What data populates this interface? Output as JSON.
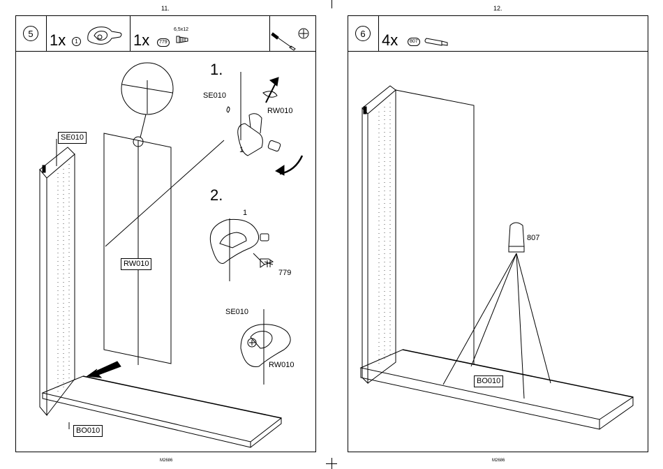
{
  "pages": [
    {
      "number": "11.",
      "footer": "M2686",
      "step": "5",
      "parts": [
        {
          "qty": "1x",
          "id": "1"
        },
        {
          "qty": "1x",
          "id": "779",
          "spec": "6,5x12"
        }
      ],
      "tools": [
        "screwdriver-icon",
        "phillips-head-icon"
      ],
      "labels": {
        "se010_box": "SE010",
        "rw010_box": "RW010",
        "bo010_box": "BO010",
        "step1": "1.",
        "step2": "2.",
        "se010_a": "SE010",
        "rw010_a": "RW010",
        "one_a": "1",
        "one_b": "1",
        "n779": "779",
        "se010_b": "SE010",
        "rw010_b": "RW010"
      }
    },
    {
      "number": "12.",
      "footer": "M2686",
      "step": "6",
      "parts": [
        {
          "qty": "4x",
          "id": "807"
        }
      ],
      "labels": {
        "n807": "807",
        "bo010_box": "BO010"
      }
    }
  ]
}
